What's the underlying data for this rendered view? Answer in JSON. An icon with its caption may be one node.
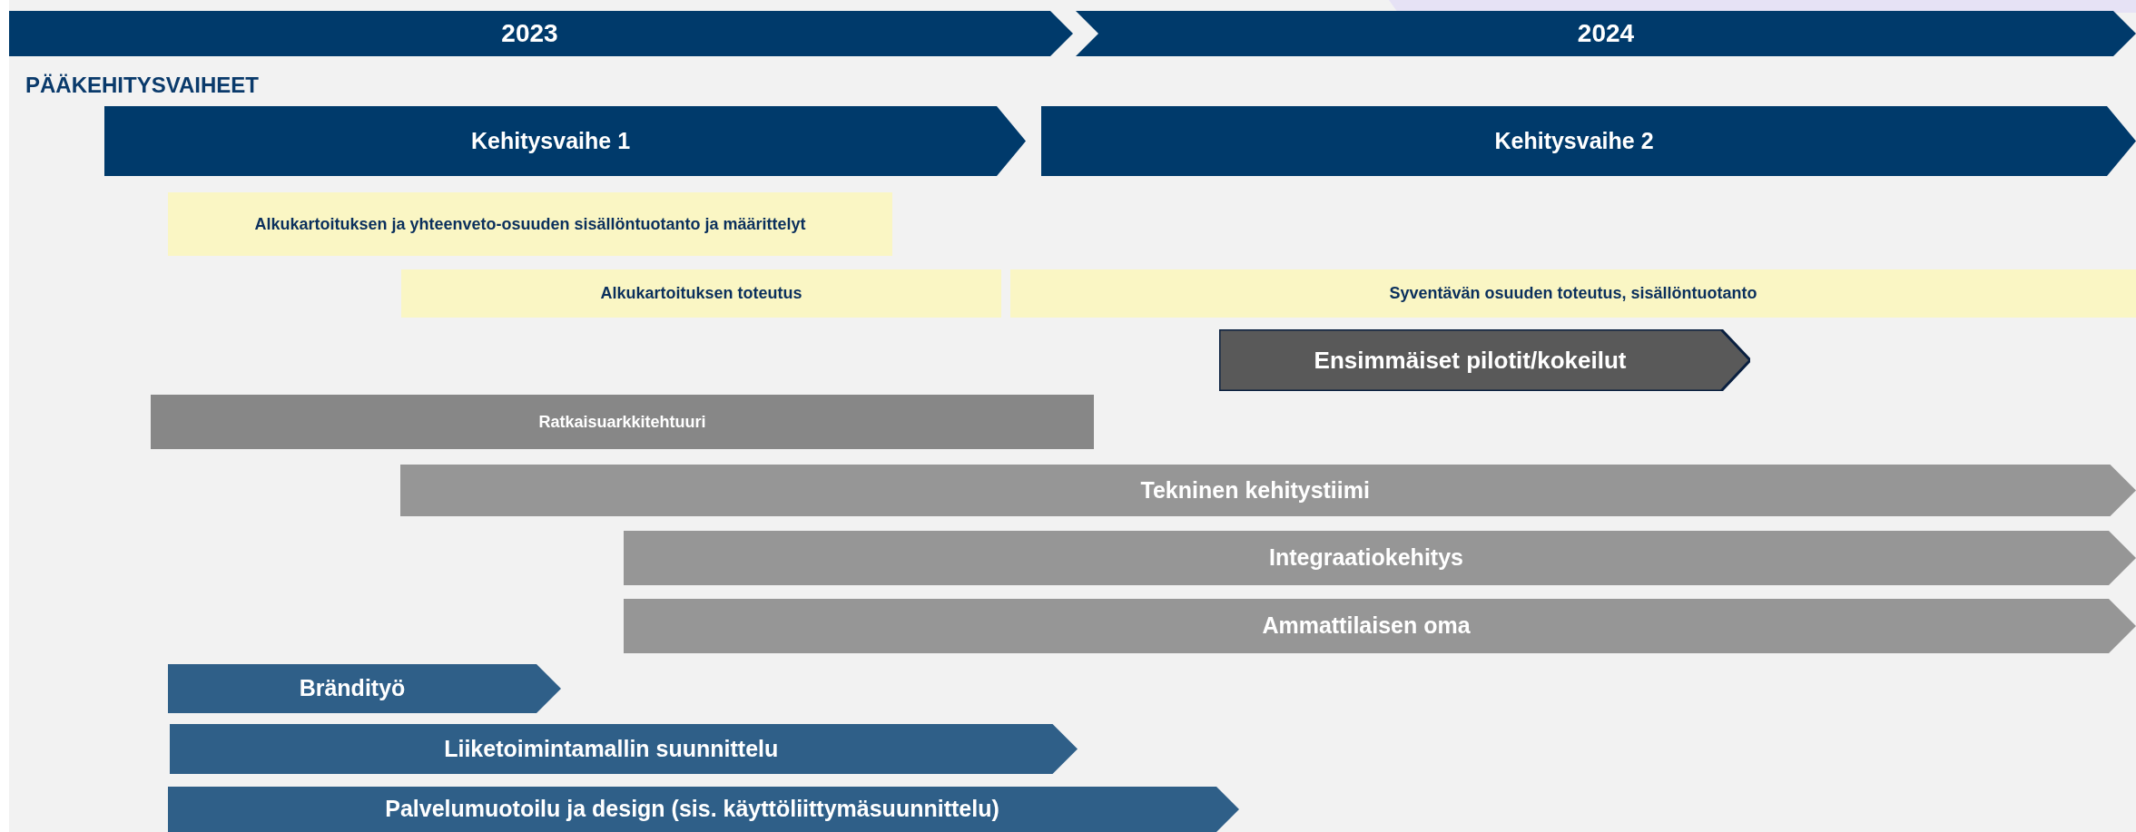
{
  "diagram": {
    "nodes": [
      {
        "text": [
          "2023"
        ]
      },
      {
        "text": [
          "2024"
        ]
      },
      {
        "text": [
          "Kehitysvaihe 1"
        ]
      },
      {
        "text": [
          "Kehitysvaihe 2"
        ]
      },
      {
        "text": [
          "Alkukartoituksen ja yhteenveto-osuuden sisällöntuotanto ja määrittelyt"
        ]
      },
      {
        "text": [
          "Alkukartoituksen toteutus"
        ]
      },
      {
        "text": [
          "Syventävän osuuden toteutus, sisällöntuotanto"
        ]
      },
      {
        "text": [
          "Ensimmäiset pilotit/kokeilut"
        ]
      },
      {
        "text": [
          "Ratkaisuarkkitehtuuri"
        ]
      },
      {
        "text": [
          "Tekninen kehitystiimi"
        ]
      },
      {
        "text": [
          "Integraatiokehitys"
        ]
      },
      {
        "text": [
          "Ammattilaisen oma"
        ]
      },
      {
        "text": [
          "Brändityö"
        ]
      },
      {
        "text": [
          "Liiketoimintamallin suunnittelu"
        ]
      },
      {
        "text": [
          "Palvelumuotoilu ja design (sis. käyttöliittymäsuunnittelu)"
        ]
      }
    ],
    "labels": [
      "PÄÄKEHITYSVAIHEET"
    ]
  }
}
